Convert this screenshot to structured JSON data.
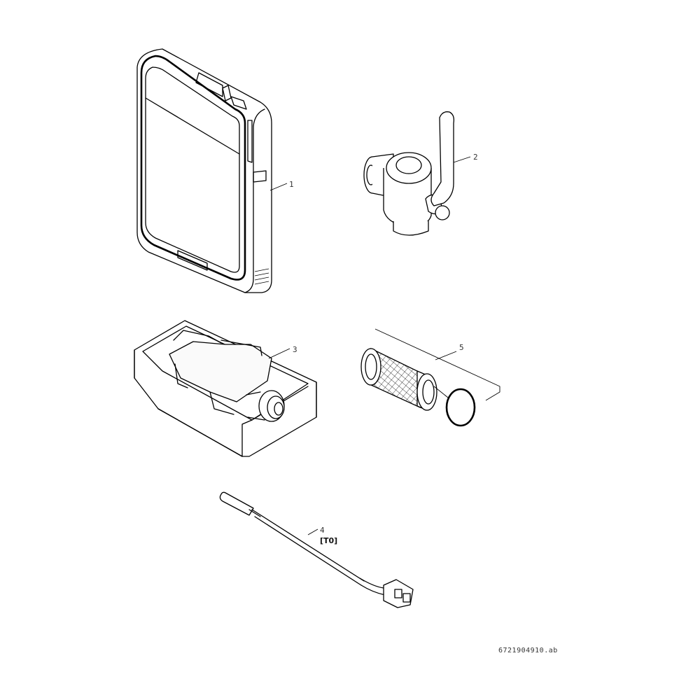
{
  "parts": [
    {
      "number": "1"
    },
    {
      "number": "2"
    },
    {
      "number": "3"
    },
    {
      "number": "4",
      "tag": "[T0]"
    },
    {
      "number": "5"
    }
  ],
  "figure_reference": "6721904910.ab"
}
